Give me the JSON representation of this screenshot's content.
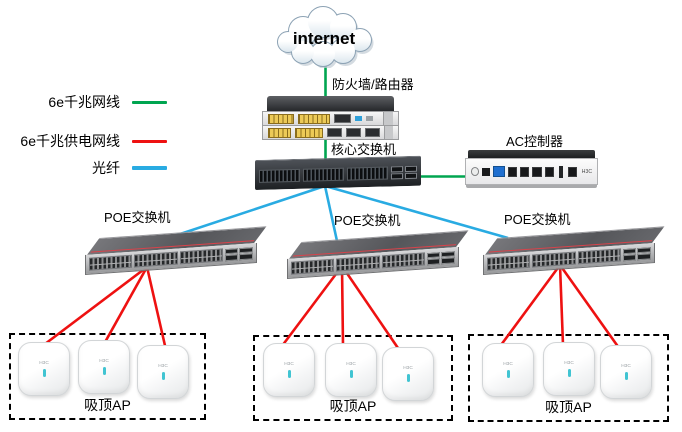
{
  "legend": [
    {
      "label": "6e千兆网线",
      "color": "#00A550"
    },
    {
      "label": "6e千兆供电网线",
      "color": "#EE1111"
    },
    {
      "label": "光纤",
      "color": "#29ABE2"
    }
  ],
  "nodes": {
    "internet": {
      "label": "internet"
    },
    "firewall": {
      "label": "防火墙/路由器"
    },
    "core_switch": {
      "label": "核心交换机"
    },
    "ac_controller": {
      "label": "AC控制器",
      "brand": "H3C"
    },
    "poe_switch": {
      "label": "POE交换机"
    },
    "ceiling_ap_group": {
      "label": "吸顶AP"
    },
    "ap": {
      "brand": "H3C"
    }
  },
  "links": [
    {
      "from": "internet",
      "to": "firewall",
      "type": "6e千兆网线"
    },
    {
      "from": "firewall",
      "to": "core_switch",
      "type": "6e千兆网线"
    },
    {
      "from": "core_switch",
      "to": "ac_controller",
      "type": "6e千兆网线"
    },
    {
      "from": "core_switch",
      "to": "poe_switch_1",
      "type": "光纤"
    },
    {
      "from": "core_switch",
      "to": "poe_switch_2",
      "type": "光纤"
    },
    {
      "from": "core_switch",
      "to": "poe_switch_3",
      "type": "光纤"
    },
    {
      "from": "poe_switch_1",
      "to": "ceiling_ap_group_1",
      "type": "6e千兆供电网线",
      "ap_count": 3
    },
    {
      "from": "poe_switch_2",
      "to": "ceiling_ap_group_2",
      "type": "6e千兆供电网线",
      "ap_count": 3
    },
    {
      "from": "poe_switch_3",
      "to": "ceiling_ap_group_3",
      "type": "6e千兆供电网线",
      "ap_count": 3
    }
  ]
}
